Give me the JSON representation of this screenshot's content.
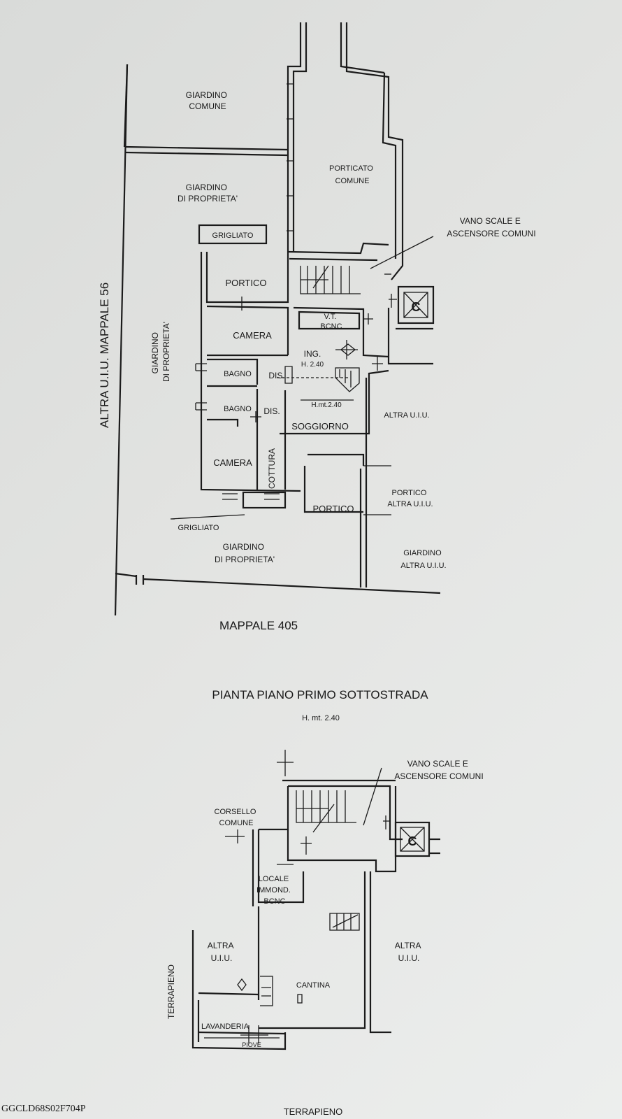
{
  "upper": {
    "left_boundary": "ALTRA U.I.U. MAPPALE 56",
    "bottom_boundary": "MAPPALE 405",
    "rooms": [
      {
        "id": "giardino-comune-top",
        "lines": [
          "GIARDINO",
          "COMUNE"
        ]
      },
      {
        "id": "giardino-proprieta-top",
        "lines": [
          "GIARDINO",
          "DI PROPRIETA'"
        ]
      },
      {
        "id": "porticato-comune",
        "lines": [
          "PORTICATO",
          "COMUNE"
        ]
      },
      {
        "id": "grigliato-top",
        "lines": [
          "GRIGLIATO"
        ]
      },
      {
        "id": "vano-scale",
        "lines": [
          "VANO SCALE E",
          "ASCENSORE COMUNI"
        ]
      },
      {
        "id": "portico-top",
        "lines": [
          "PORTICO"
        ]
      },
      {
        "id": "camera-1",
        "lines": [
          "CAMERA"
        ]
      },
      {
        "id": "vt-bcnc",
        "lines": [
          "V.T.",
          "BCNC"
        ]
      },
      {
        "id": "ing",
        "lines": [
          "ING."
        ]
      },
      {
        "id": "h-240",
        "lines": [
          "H. 2.40"
        ]
      },
      {
        "id": "bagno-1",
        "lines": [
          "BAGNO"
        ]
      },
      {
        "id": "dis-1",
        "lines": [
          "DIS."
        ]
      },
      {
        "id": "h-mt-240",
        "lines": [
          "H.mt.2.40"
        ]
      },
      {
        "id": "bagno-2",
        "lines": [
          "BAGNO"
        ]
      },
      {
        "id": "dis-2",
        "lines": [
          "DIS."
        ]
      },
      {
        "id": "soggiorno",
        "lines": [
          "SOGGIORNO"
        ]
      },
      {
        "id": "altra-uiu-right",
        "lines": [
          "ALTRA U.I.U."
        ]
      },
      {
        "id": "camera-2",
        "lines": [
          "CAMERA"
        ]
      },
      {
        "id": "cottura",
        "lines": [
          "COTTURA"
        ]
      },
      {
        "id": "portico-altra",
        "lines": [
          "PORTICO",
          "ALTRA U.I.U."
        ]
      },
      {
        "id": "portico-bottom",
        "lines": [
          "PORTICO"
        ]
      },
      {
        "id": "grigliato-bottom",
        "lines": [
          "GRIGLIATO"
        ]
      },
      {
        "id": "giardino-proprieta-bottom",
        "lines": [
          "GIARDINO",
          "DI PROPRIETA'"
        ]
      },
      {
        "id": "giardino-altra",
        "lines": [
          "GIARDINO",
          "ALTRA U.I.U."
        ]
      },
      {
        "id": "giardino-proprieta-left",
        "lines": [
          "GIARDINO",
          "DI PROPRIETA'"
        ]
      },
      {
        "id": "stair-c-upper",
        "lines": [
          "C"
        ]
      }
    ]
  },
  "title": "PIANTA PIANO PRIMO SOTTOSTRADA",
  "subtitle": "H. mt. 2.40",
  "lower": {
    "rooms": [
      {
        "id": "vano-scale-lower",
        "lines": [
          "VANO SCALE E",
          "ASCENSORE COMUNI"
        ]
      },
      {
        "id": "corsello",
        "lines": [
          "CORSELLO",
          "COMUNE"
        ]
      },
      {
        "id": "stair-c-lower",
        "lines": [
          "C"
        ]
      },
      {
        "id": "locale-immond",
        "lines": [
          "LOCALE",
          "IMMOND.",
          "BCNC"
        ]
      },
      {
        "id": "altra-uiu-left",
        "lines": [
          "ALTRA",
          "U.I.U."
        ]
      },
      {
        "id": "altra-uiu-right-lower",
        "lines": [
          "ALTRA",
          "U.I.U."
        ]
      },
      {
        "id": "cantina",
        "lines": [
          "CANTINA"
        ]
      },
      {
        "id": "terrapieno-left",
        "lines": [
          "TERRAPIENO"
        ]
      },
      {
        "id": "lavanderia",
        "lines": [
          "LAVANDERIA"
        ]
      },
      {
        "id": "piove",
        "lines": [
          "PIOVE"
        ]
      },
      {
        "id": "terrapieno-bottom",
        "lines": [
          "TERRAPIENO"
        ]
      }
    ]
  },
  "document_code": "GGCLD68S02F704P"
}
